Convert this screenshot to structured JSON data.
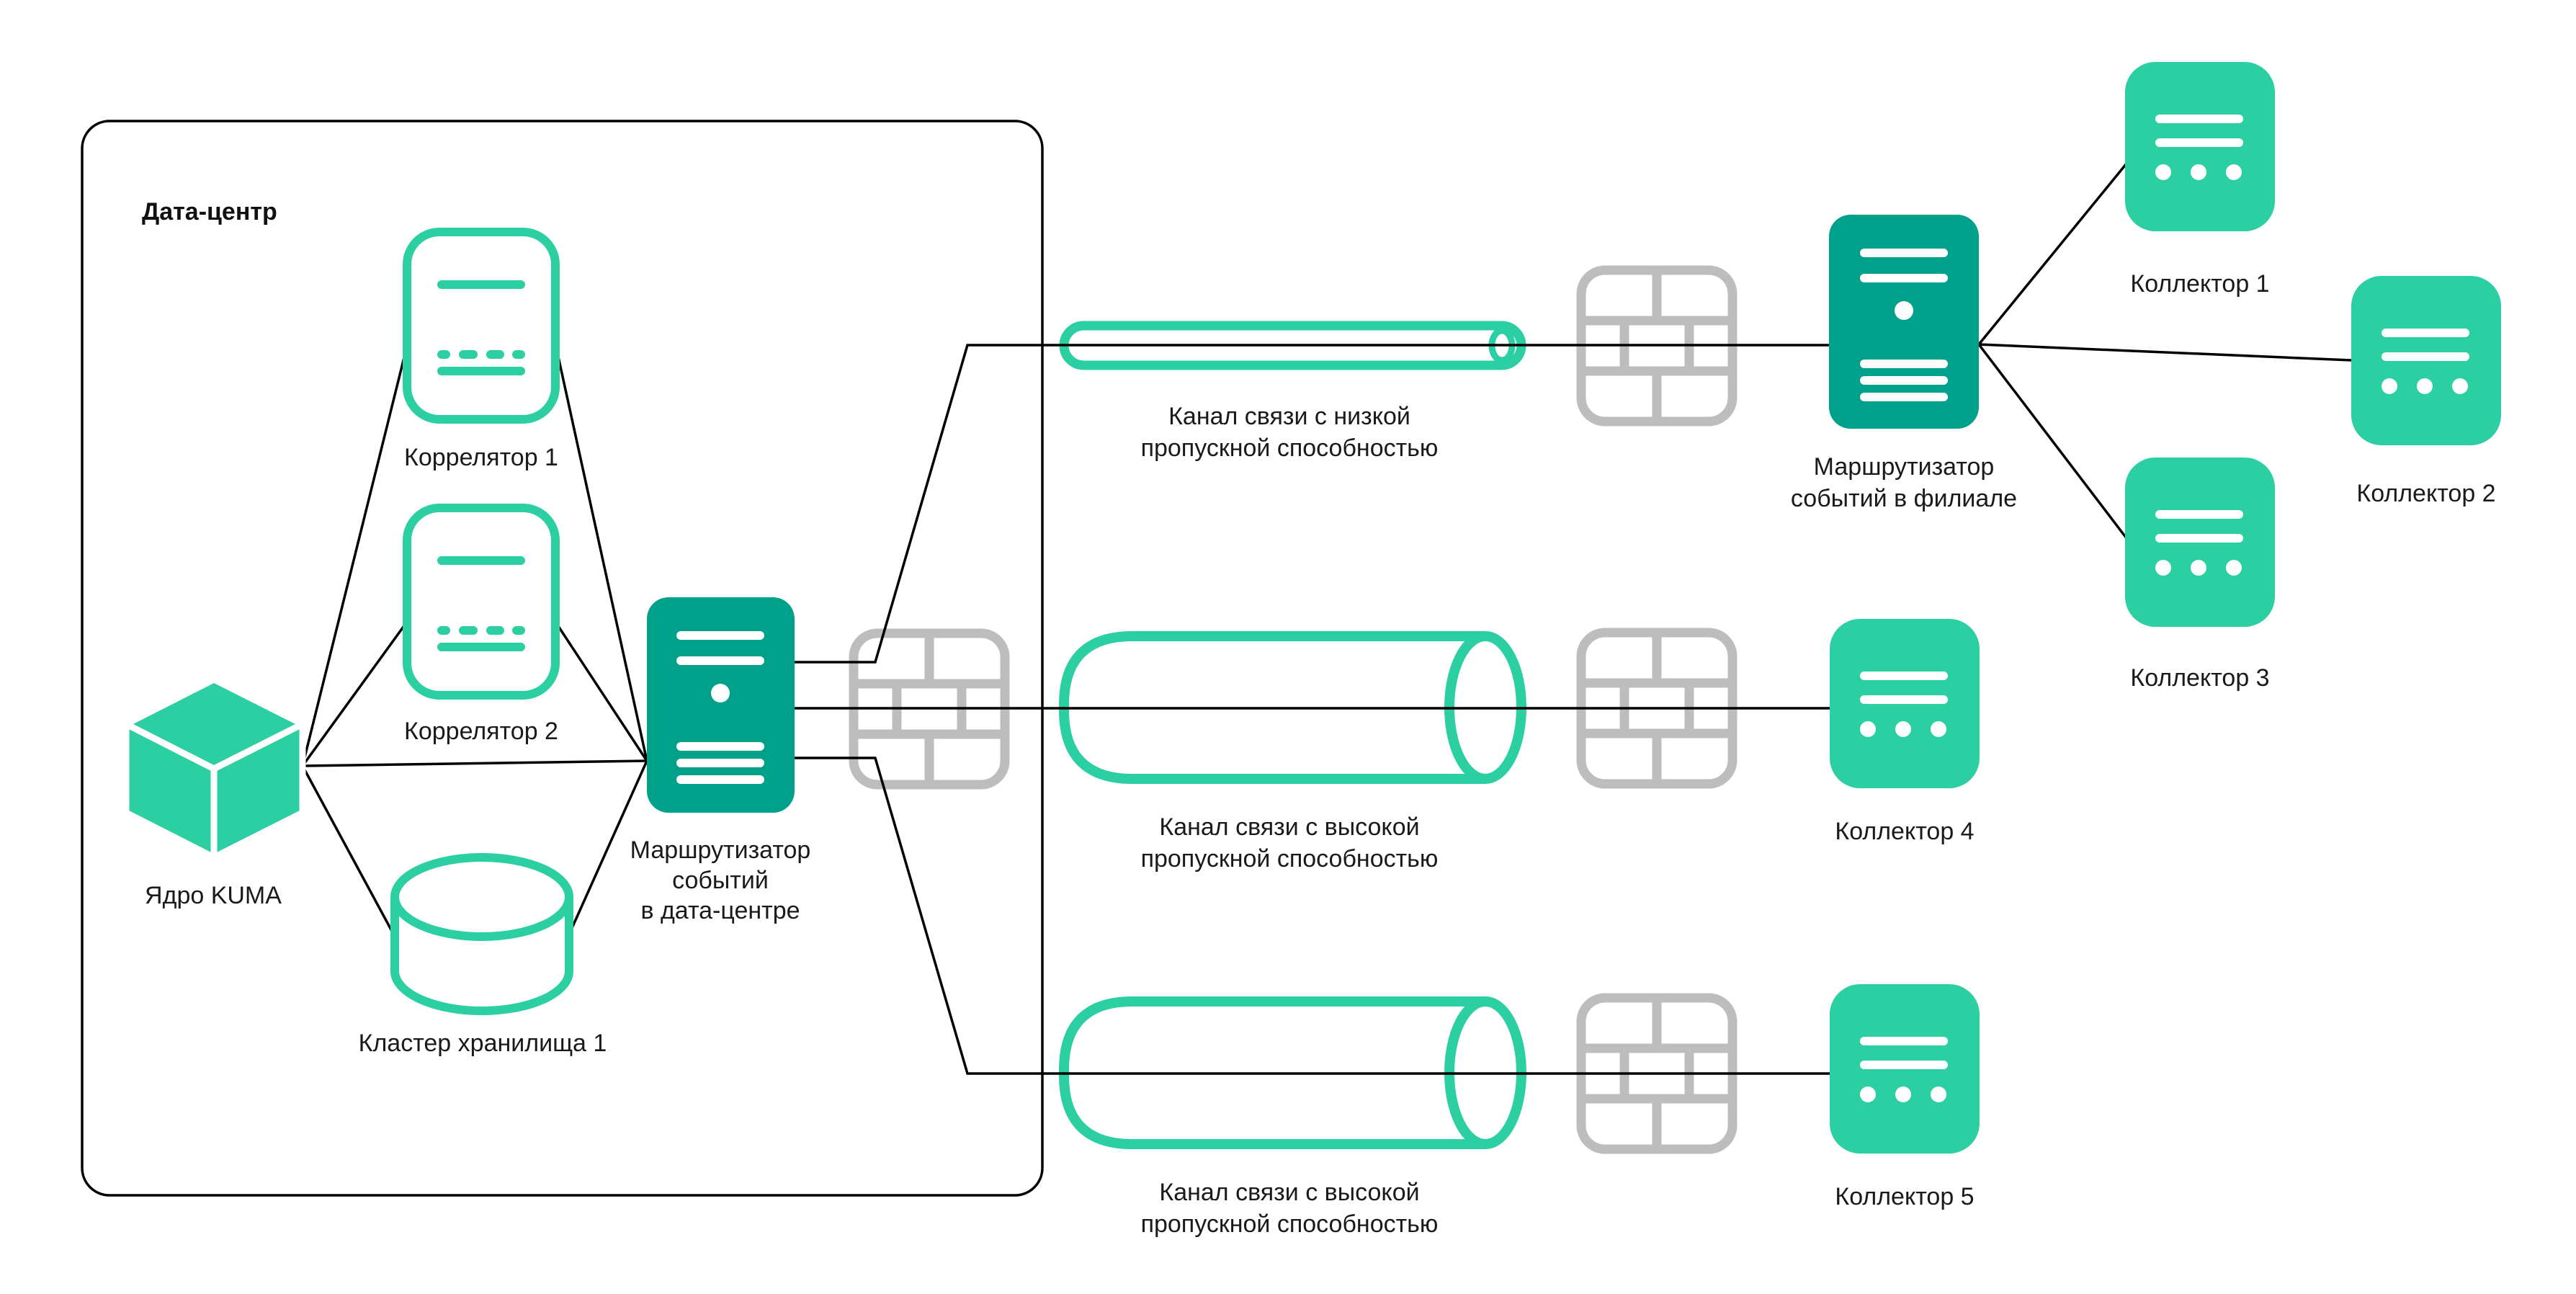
{
  "diagram_title": "Дата-центр",
  "colors": {
    "accent_light_teal": "#2BCFA2",
    "accent_dark_teal": "#00A18B",
    "firewall_gray": "#BDBDBD",
    "line_black": "#000000",
    "text": "#1a1a1a",
    "background": "#ffffff"
  },
  "nodes": {
    "kuma_core": {
      "label": "Ядро KUMA"
    },
    "correlator1": {
      "label": "Коррелятор 1"
    },
    "correlator2": {
      "label": "Коррелятор 2"
    },
    "storage_cluster": {
      "label": "Кластер хранилища 1"
    },
    "dc_router": {
      "label_lines": [
        "Маршрутизатор",
        "событий",
        "в дата-центре"
      ]
    },
    "branch_router": {
      "label_lines": [
        "Маршрутизатор",
        "событий в филиале"
      ]
    },
    "collector1": {
      "label": "Коллектор 1"
    },
    "collector2": {
      "label": "Коллектор 2"
    },
    "collector3": {
      "label": "Коллектор 3"
    },
    "collector4": {
      "label": "Коллектор 4"
    },
    "collector5": {
      "label": "Коллектор 5"
    }
  },
  "channels": {
    "low_bandwidth": {
      "label_lines": [
        "Канал связи с низкой",
        "пропускной способностью"
      ]
    },
    "high_bandwidth_1": {
      "label_lines": [
        "Канал связи с высокой",
        "пропускной способностью"
      ]
    },
    "high_bandwidth_2": {
      "label_lines": [
        "Канал связи с высокой",
        "пропускной способностью"
      ]
    }
  }
}
